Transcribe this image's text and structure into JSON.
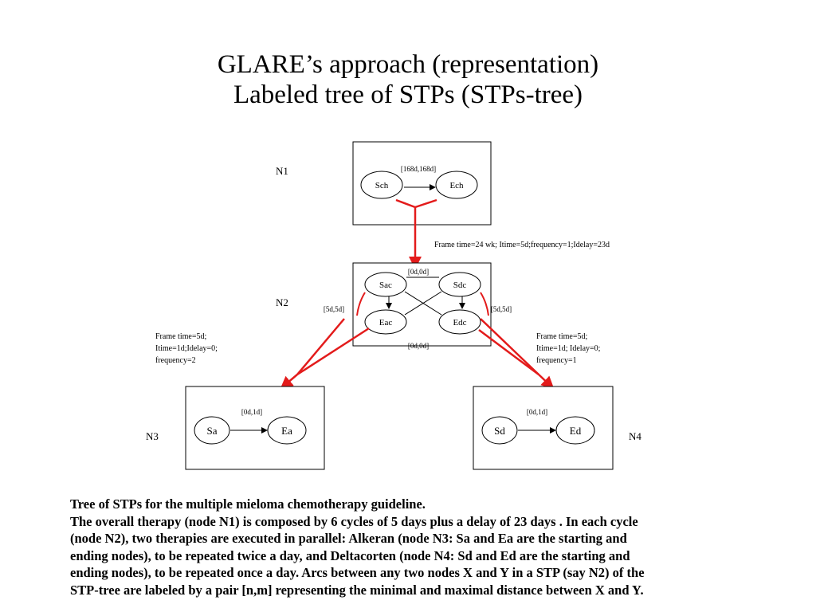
{
  "title": {
    "line1": "GLARE’s approach (representation)",
    "line2": "Labeled tree of STPs (STPs-tree)"
  },
  "diagram": {
    "n1": {
      "label": "N1",
      "nodes": [
        "Sch",
        "Ech"
      ],
      "arc_label": "[168d,168d]"
    },
    "edge_n1_n2_label": "Frame time=24 wk; Itime=5d;frequency=1;Idelay=23d",
    "n2": {
      "label": "N2",
      "nodes": [
        "Sac",
        "Sdc",
        "Eac",
        "Edc"
      ],
      "top_arc_label": "[0d,0d]",
      "bottom_arc_label": "[0d,0d]",
      "left_arc_label": "[5d,5d]",
      "right_arc_label": "[5d,5d]"
    },
    "edge_n2_n3_label": [
      "Frame time=5d;",
      "Itime=1d;Idelay=0;",
      "frequency=2"
    ],
    "edge_n2_n4_label": [
      "Frame time=5d;",
      "Itime=1d;  Idelay=0;",
      "frequency=1"
    ],
    "n3": {
      "label": "N3",
      "nodes": [
        "Sa",
        "Ea"
      ],
      "arc_label": "[0d,1d]"
    },
    "n4": {
      "label": "N4",
      "nodes": [
        "Sd",
        "Ed"
      ],
      "arc_label": "[0d,1d]"
    },
    "colors": {
      "tree_arc": "#e31b1b",
      "stroke": "#000000"
    }
  },
  "caption": [
    "Tree of STPs for the multiple mieloma chemotherapy guideline.",
    "The overall therapy (node N1)  is composed by 6 cycles of 5 days plus a delay of 23 days .  In each cycle",
    "(node N2), two therapies are executed in parallel: Alkeran (node N3: Sa and Ea are the starting and",
    "ending nodes), to be repeated twice a day, and Deltacorten (node N4: Sd and Ed are the starting and",
    "ending nodes), to be repeated once a day. Arcs between any two nodes X and Y in a STP (say N2) of the",
    "STP-tree are labeled by a pair [n,m] representing the minimal and maximal distance between X and Y."
  ]
}
